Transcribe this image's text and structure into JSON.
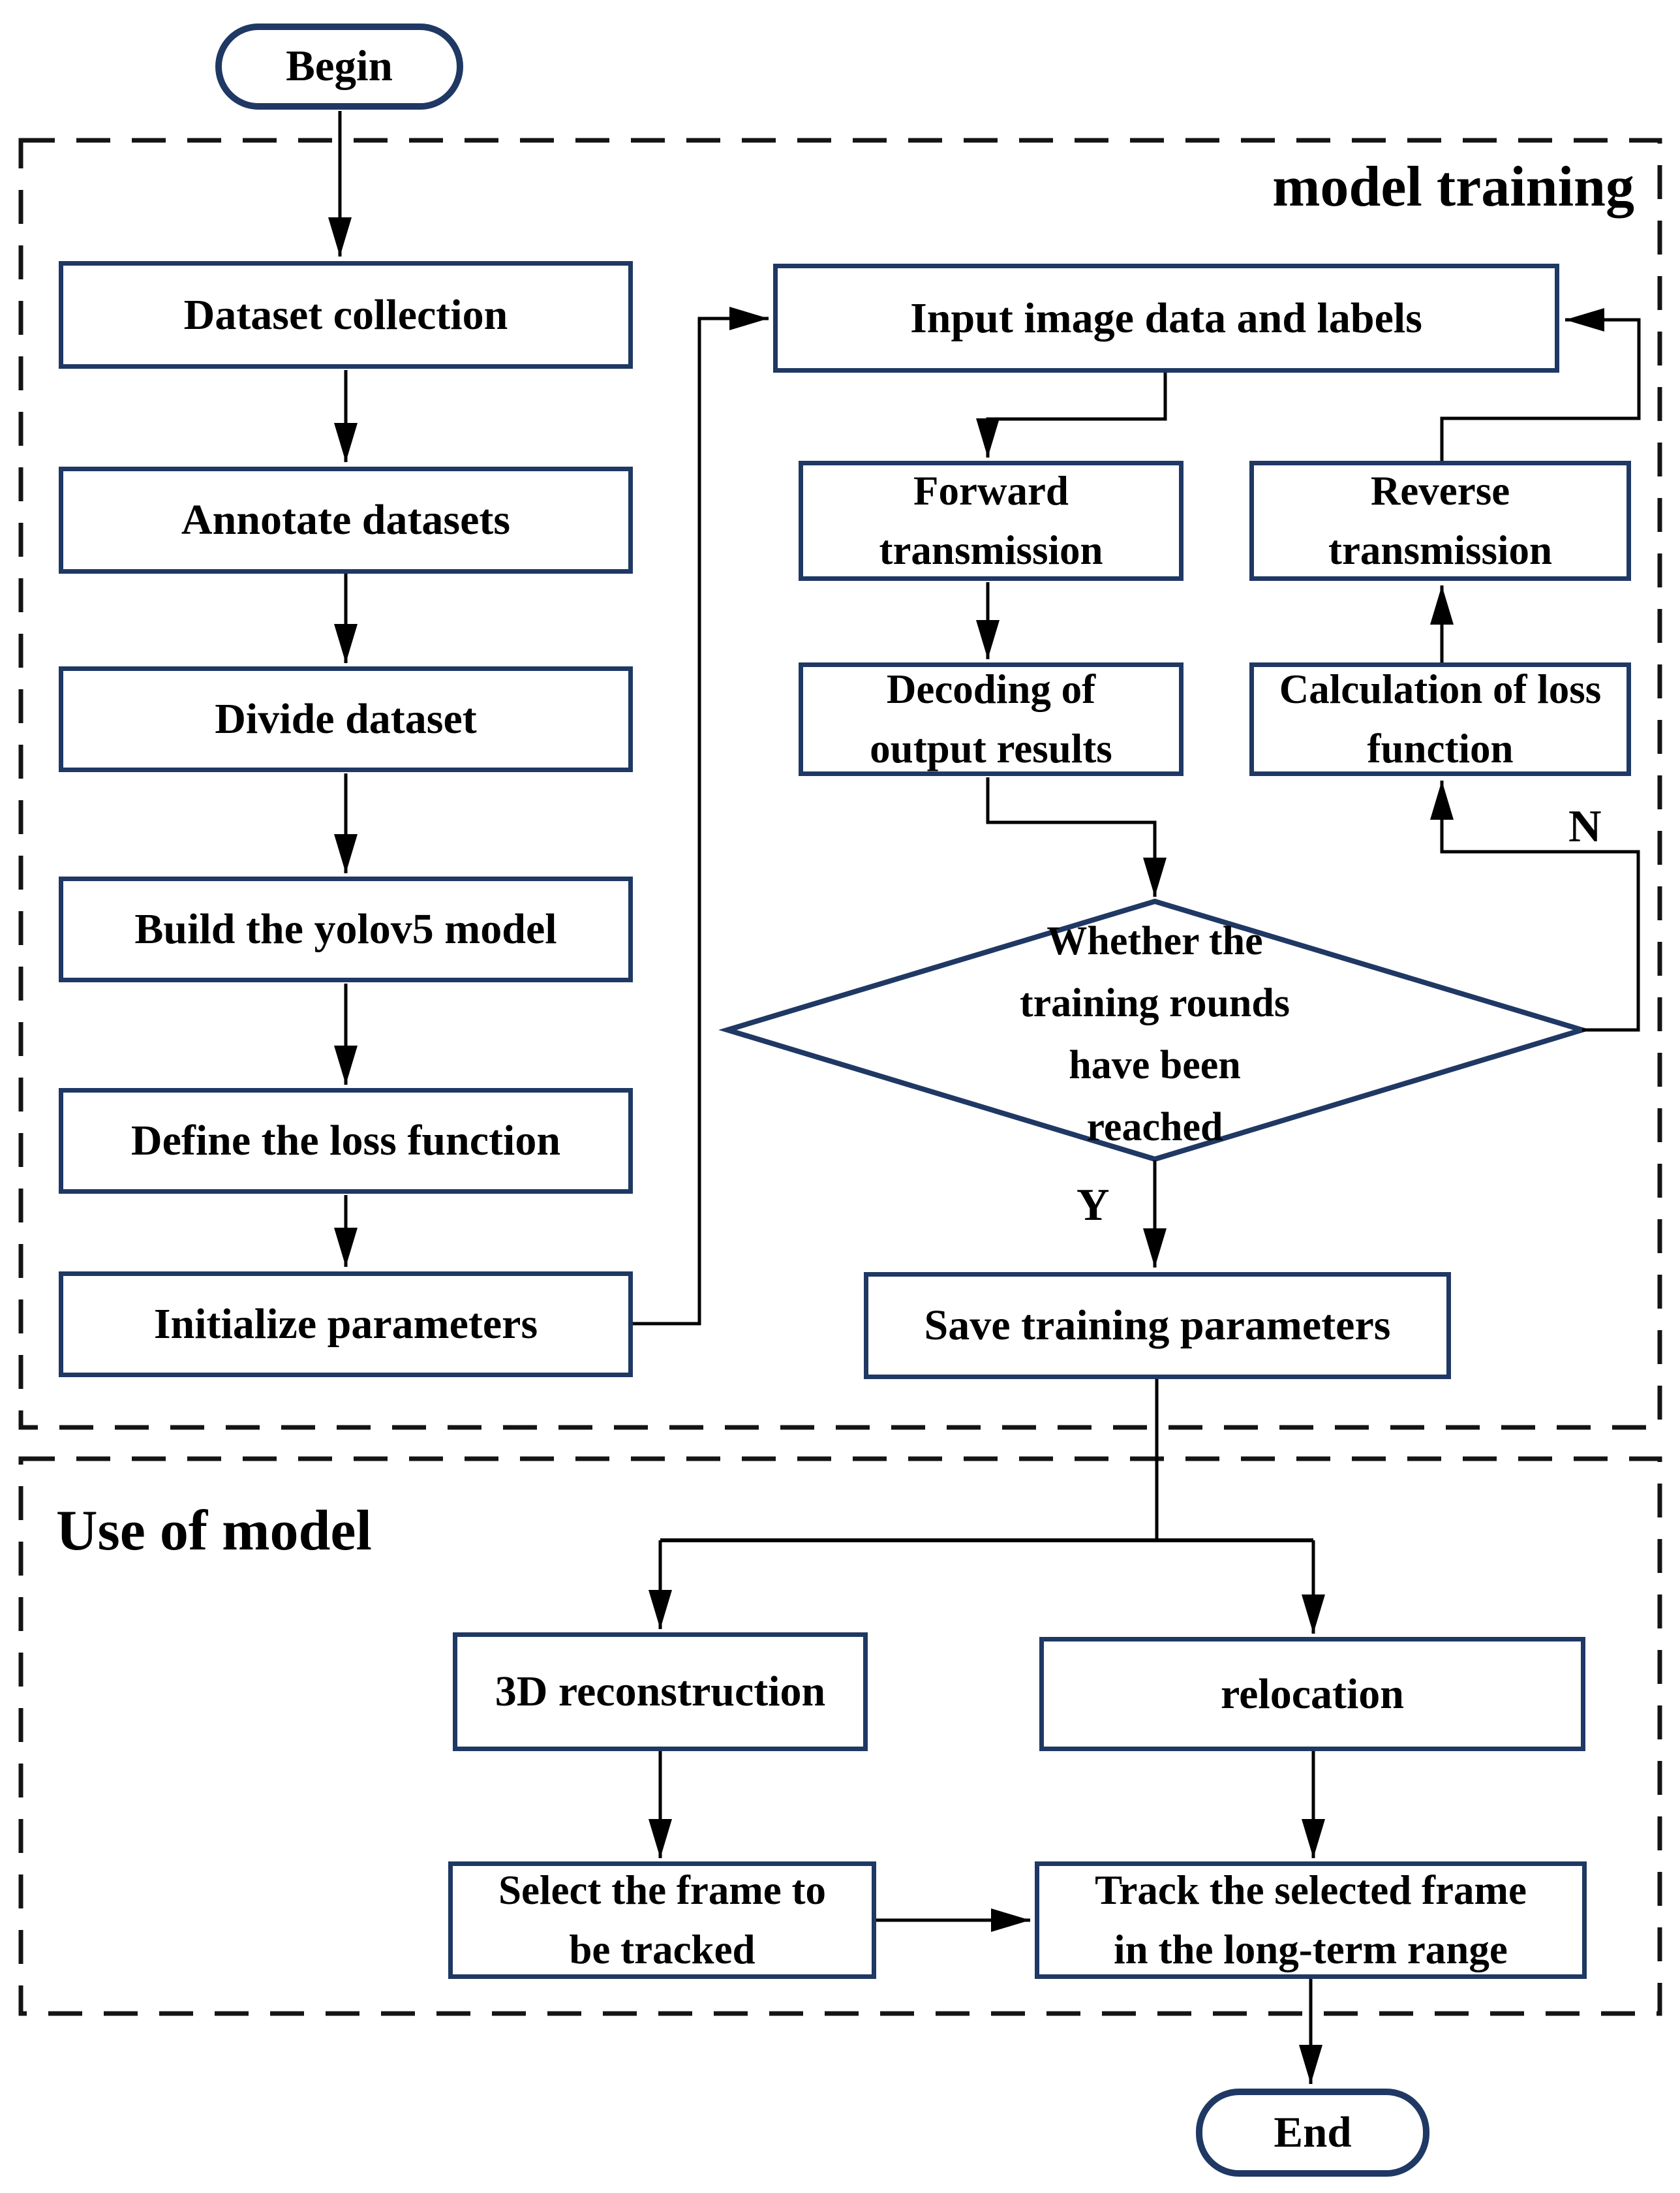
{
  "diagram": {
    "title": "YOLOv5 model training and use flowchart",
    "sections": {
      "model_training": "model training",
      "use_of_model": "Use of model"
    },
    "nodes": {
      "begin": "Begin",
      "dataset_collection": "Dataset collection",
      "annotate_datasets": "Annotate datasets",
      "divide_dataset": "Divide dataset",
      "build_model": "Build the yolov5 model",
      "define_loss": "Define the loss function",
      "init_params": "Initialize parameters",
      "input_data": "Input image data and labels",
      "forward": "Forward\ntransmission",
      "reverse": "Reverse\ntransmission",
      "decoding": "Decoding of\noutput results",
      "calculation": "Calculation of loss\nfunction",
      "decision": "Whether the\ntraining rounds\nhave been\nreached",
      "save_params": "Save training parameters",
      "reconstruction": "3D reconstruction",
      "relocation": "relocation",
      "select_frame": "Select the frame to\nbe tracked",
      "track_frame": "Track the selected frame\nin the long-term range",
      "end": "End"
    },
    "branch_labels": {
      "yes": "Y",
      "no": "N"
    },
    "colors": {
      "node_border": "#1f3864",
      "connector": "#000000",
      "section_border": "#141414",
      "text": "#000000",
      "background": "#ffffff"
    }
  }
}
